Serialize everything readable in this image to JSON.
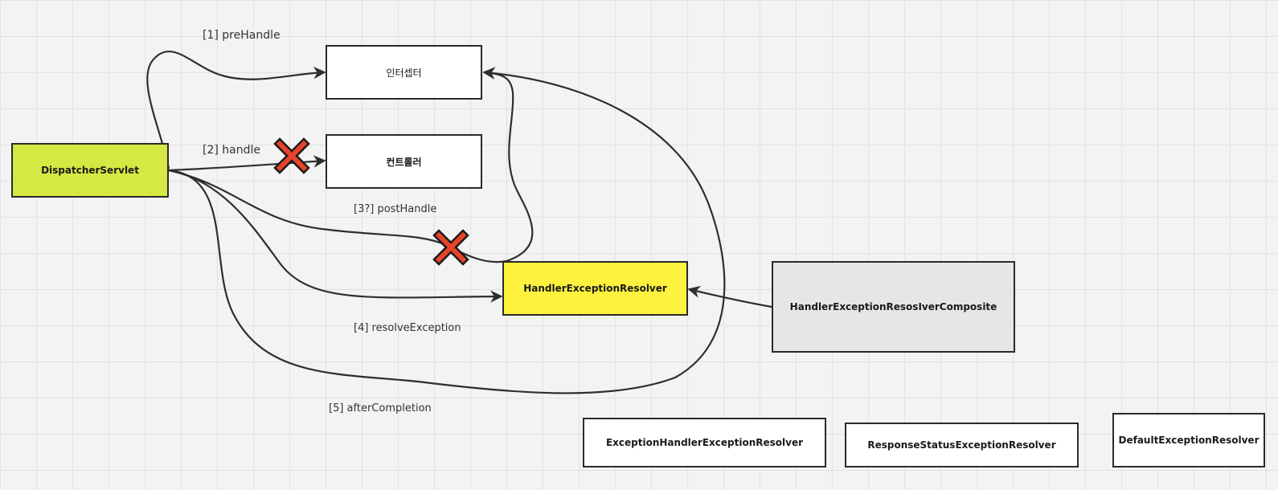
{
  "nodes": {
    "dispatcher": "DispatcherServlet",
    "interceptor": "인터셉터",
    "controller": "컨트롤러",
    "handler_exception_resolver": "HandlerExceptionResolver",
    "composite": "HandlerExceptionResosIverComposite",
    "exception_handler_resolver": "ExceptionHandlerExceptionResolver",
    "response_status_resolver": "ResponseStatusExceptionResolver",
    "default_resolver": "DefaultExceptionResolver"
  },
  "edges": {
    "pre_handle": "[1] preHandle",
    "handle": "[2] handle",
    "post_handle": "[3?] postHandle",
    "resolve_exception": "[4] resolveException",
    "after_completion": "[5] afterCompletion"
  },
  "colors": {
    "dispatcher_fill": "#d4e943",
    "handler_resolver_fill": "#fff23f",
    "composite_fill": "#e6e6e6",
    "plain_fill": "#ffffff",
    "cross_fill": "#e8432a",
    "line": "#2e2e2e"
  },
  "icons": {
    "blocked_marker": "red-x-icon"
  }
}
